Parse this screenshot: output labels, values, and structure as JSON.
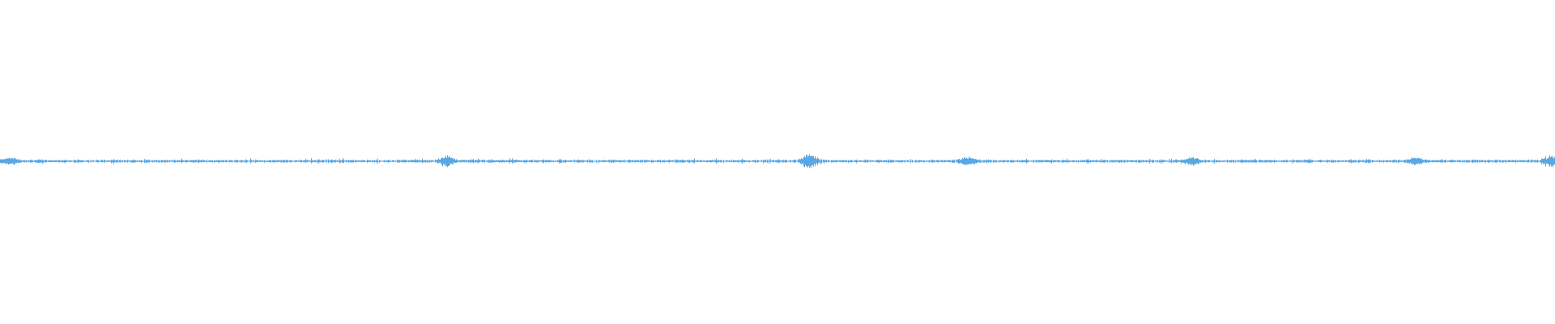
{
  "waveform": {
    "color": "#5aa8e3",
    "background": "#ffffff",
    "amplitude_scale": "very low",
    "peaks": [
      {
        "position": 0.006,
        "strength": 0.3
      },
      {
        "position": 0.287,
        "strength": 0.45
      },
      {
        "position": 0.52,
        "strength": 0.7
      },
      {
        "position": 0.622,
        "strength": 0.4
      },
      {
        "position": 0.766,
        "strength": 0.35
      },
      {
        "position": 0.91,
        "strength": 0.3
      },
      {
        "position": 0.997,
        "strength": 0.45
      }
    ]
  }
}
